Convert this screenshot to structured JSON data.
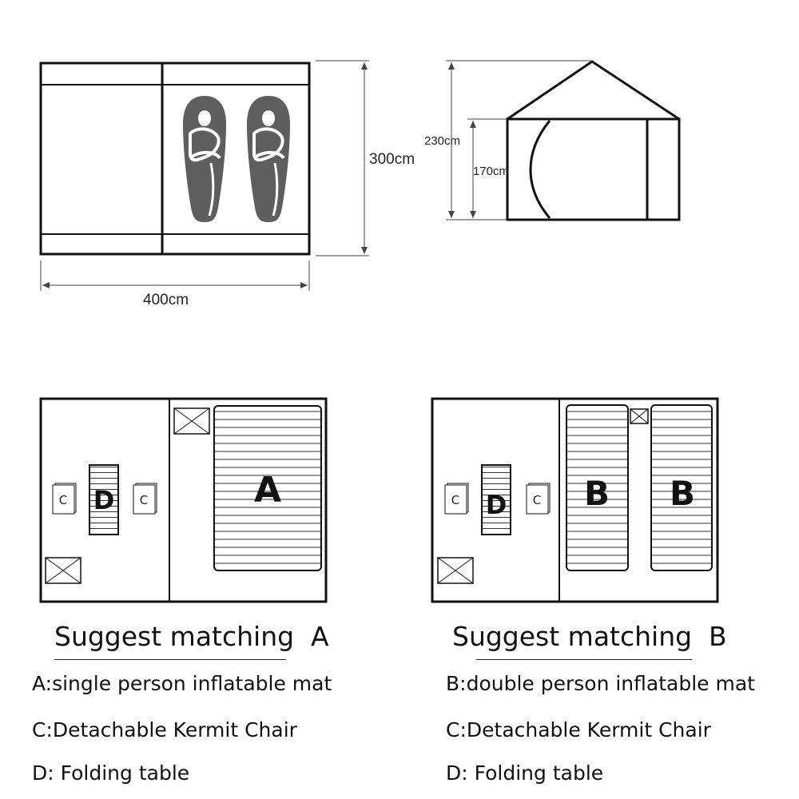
{
  "dimensions": {
    "width": "400cm",
    "depth": "300cm",
    "peak_height": "230cm",
    "wall_height": "170cm"
  },
  "layout_a": {
    "mat_label": "A",
    "table_label": "D",
    "chair_label": "C",
    "caption": "Suggest matching  A"
  },
  "layout_b": {
    "mat_label": "B",
    "table_label": "D",
    "chair_label": "C",
    "caption": "Suggest matching  B"
  },
  "legend_a": {
    "a": "A:single person inflatable mat",
    "c": "C:Detachable Kermit Chair",
    "d": "D: Folding table"
  },
  "legend_b": {
    "b": "B:double person inflatable mat",
    "c": "C:Detachable Kermit Chair",
    "d": "D: Folding table"
  },
  "colors": {
    "line": "#111111",
    "sleeping_bag": "#5e5e5e"
  }
}
